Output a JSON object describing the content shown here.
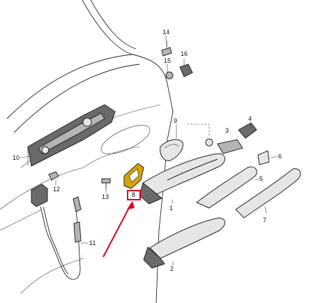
{
  "callouts": {
    "c1": "1",
    "c2": "2",
    "c3": "3",
    "c4": "4",
    "c5": "5",
    "c6": "6",
    "c7": "7",
    "c8": "8",
    "c9": "9",
    "c10": "10",
    "c11": "11",
    "c12": "12",
    "c13": "13",
    "c14": "14",
    "c15": "15",
    "c16": "16"
  },
  "highlight": {
    "part": "8",
    "box_color": "#e0001a",
    "arrow_color": "#e0001a"
  },
  "colors": {
    "highlighted_part_fill": "#d9a400"
  }
}
